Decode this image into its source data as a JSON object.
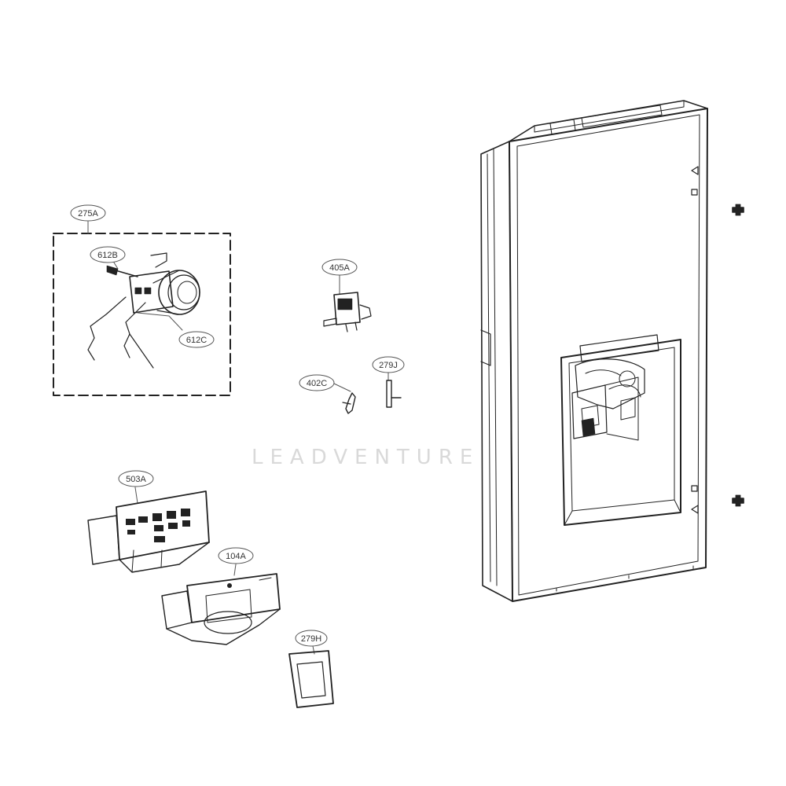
{
  "parts": [
    {
      "label": "275A"
    },
    {
      "label": "612B"
    },
    {
      "label": "612C"
    },
    {
      "label": "405A"
    },
    {
      "label": "402C"
    },
    {
      "label": "279J"
    },
    {
      "label": "503A"
    },
    {
      "label": "104A"
    },
    {
      "label": "279H"
    }
  ],
  "watermark": "LEADVENTURE",
  "colors": {
    "line": "#222222",
    "callout": "#555555",
    "watermark": "#d9d9d9"
  }
}
